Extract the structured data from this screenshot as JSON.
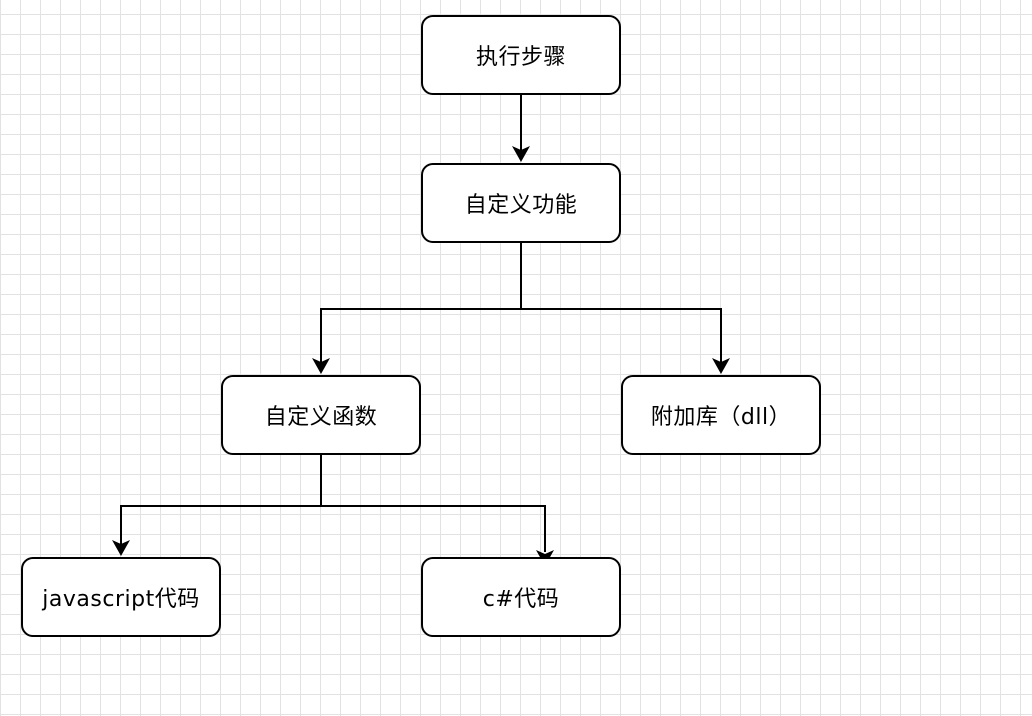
{
  "diagram": {
    "nodes": [
      {
        "id": "steps",
        "label": "执行步骤"
      },
      {
        "id": "custom_function",
        "label": "自定义功能"
      },
      {
        "id": "custom_func",
        "label": "自定义函数"
      },
      {
        "id": "dll",
        "label": "附加库（dll）"
      },
      {
        "id": "js_code",
        "label": "javascript代码"
      },
      {
        "id": "cs_code",
        "label": "c#代码"
      }
    ],
    "edges": [
      {
        "from": "steps",
        "to": "custom_function"
      },
      {
        "from": "custom_function",
        "to": "custom_func"
      },
      {
        "from": "custom_function",
        "to": "dll"
      },
      {
        "from": "custom_func",
        "to": "js_code"
      },
      {
        "from": "custom_func",
        "to": "cs_code"
      }
    ]
  }
}
